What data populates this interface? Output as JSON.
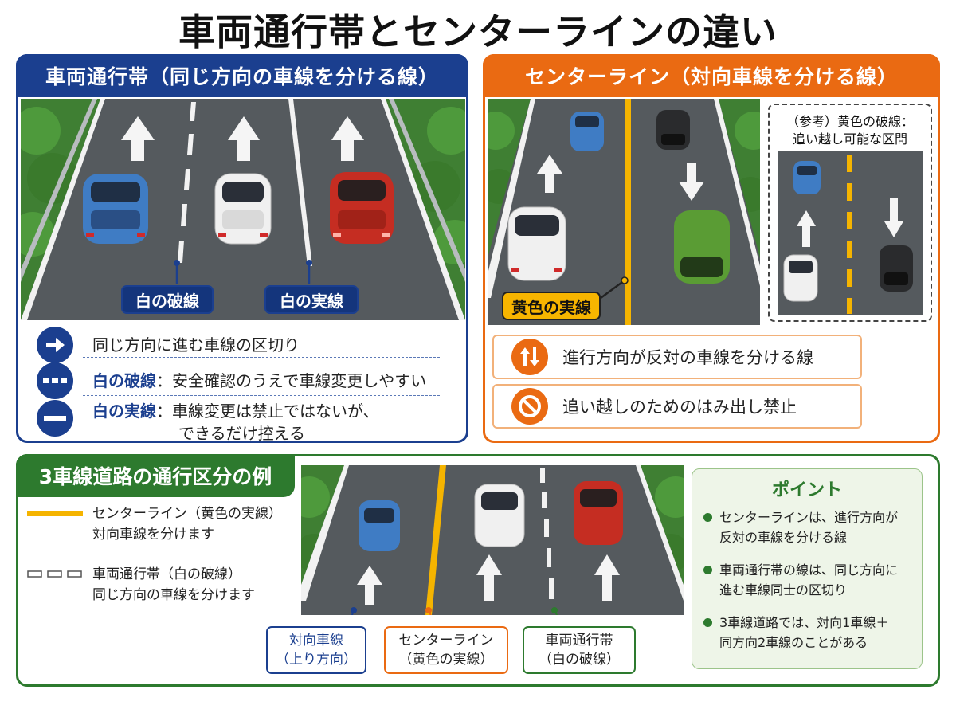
{
  "title": "車両通行帯とセンターラインの違い",
  "left_panel": {
    "header": "車両通行帯（同じ方向の車線を分ける線）",
    "callout_dashed": "白の破線",
    "callout_solid": "白の実線",
    "legend": [
      {
        "icon": "arrow-right-icon",
        "label": "",
        "text": "同じ方向に進む車線の区切り"
      },
      {
        "icon": "dashed-line-icon",
        "label": "白の破線",
        "text": "：安全確認のうえで車線変更しやすい"
      },
      {
        "icon": "solid-line-icon",
        "label": "白の実線",
        "text": "：車線変更は禁止ではないが、",
        "text2": "できるだけ控える"
      }
    ]
  },
  "right_panel": {
    "header": "センターライン（対向車線を分ける線）",
    "callout_yellow": "黄色の実線",
    "reference_title_1": "（参考）黄色の破線：",
    "reference_title_2": "追い越し可能な区間",
    "boxes": [
      {
        "icon": "opposite-arrows-icon",
        "text": "進行方向が反対の車線を分ける線"
      },
      {
        "icon": "prohibited-icon",
        "text": "追い越しのためのはみ出し禁止"
      }
    ]
  },
  "bottom_panel": {
    "header": "3車線道路の通行区分の例",
    "legend_center_1": "センターライン（黄色の実線）",
    "legend_center_2": "対向車線を分けます",
    "legend_lane_1": "車両通行帯（白の破線）",
    "legend_lane_2": "同じ方向の車線を分けます",
    "callouts": [
      {
        "line1": "対向車線",
        "line2": "（上り方向）"
      },
      {
        "line1": "センターライン",
        "line2": "（黄色の実線）"
      },
      {
        "line1": "車両通行帯",
        "line2": "（白の破線）"
      }
    ],
    "point": {
      "title": "ポイント",
      "items": [
        {
          "line1": "センターラインは、進行方向が",
          "line2": "反対の車線を分ける線"
        },
        {
          "line1": "車両通行帯の線は、同じ方向に",
          "line2": "進む車線同士の区切り"
        },
        {
          "line1": "3車線道路では、対向1車線＋",
          "line2": "同方向2車線のことがある"
        }
      ]
    }
  },
  "colors": {
    "blue": "#1b3f8f",
    "orange": "#ea6a12",
    "green": "#2d7a2e",
    "yellow": "#f7b500"
  }
}
